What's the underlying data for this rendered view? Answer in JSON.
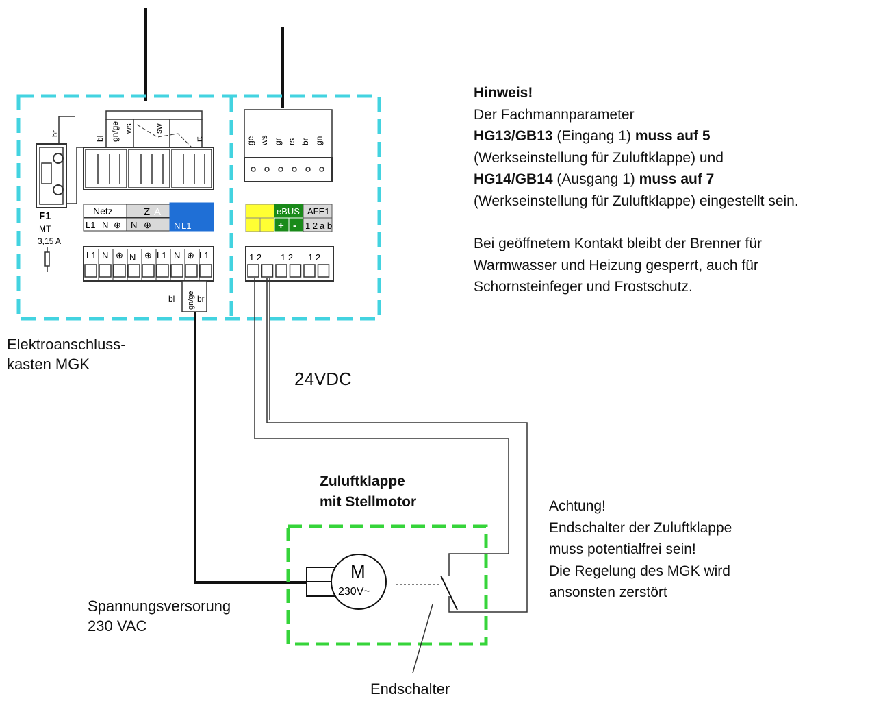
{
  "hinweis": {
    "title": "Hinweis!",
    "line1": "Der Fachmannparameter",
    "l2_a": "HG13/GB13",
    "l2_b": " (Eingang 1) ",
    "l2_c": "muss auf 5",
    "line3": "(Werkseinstellung für Zuluftklappe) und",
    "l4_a": "HG14/GB14",
    "l4_b": " (Ausgang 1) ",
    "l4_c": "muss auf 7",
    "line5": "(Werkseinstellung für Zuluftklappe) eingestellt sein.",
    "p2_line1": "Bei geöffnetem Kontakt bleibt der Brenner für",
    "p2_line2": "Warmwasser und Heizung gesperrt, auch für",
    "p2_line3": "Schornsteinfeger und Frostschutz."
  },
  "labels": {
    "box_line1": "Elektroanschluss-",
    "box_line2": "kasten MGK",
    "voltage_dc": "24VDC",
    "damper_line1": "Zuluftklappe",
    "damper_line2": "mit Stellmotor",
    "supply_line1": "Spannungsversorung",
    "supply_line2": "230 VAC",
    "endswitch": "Endschalter"
  },
  "achtung": {
    "line1": "Achtung!",
    "line2": "Endschalter der Zuluftklappe",
    "line3": "muss potentialfrei sein!",
    "line4": "Die Regelung des MGK wird",
    "line5": "ansonsten zerstört"
  },
  "terminals": {
    "fuse_name": "F1",
    "fuse_type": "MT",
    "fuse_rating": "3,15 A",
    "netz": "Netz",
    "z": "Z",
    "a": "A",
    "row_netz": [
      "L1",
      "N",
      "⊕"
    ],
    "row_z": [
      "N",
      "⊕"
    ],
    "row_a": [
      "N",
      "L1"
    ],
    "lower_row": [
      "L1",
      "N",
      "⊕",
      "N",
      "⊕",
      "L1",
      "N",
      "⊕",
      "L1"
    ],
    "wire_left": [
      "br",
      "bl",
      "gn/ge",
      "ws",
      "sw",
      "rt"
    ],
    "wire_right": [
      "ge",
      "ws",
      "gr",
      "rs",
      "br",
      "gn"
    ],
    "ebus": "eBUS",
    "afe1": "AFE1",
    "ebus_plus": "+",
    "ebus_minus": "-",
    "afe_pins": "1 2",
    "afe_ab": "a b",
    "lower_right": [
      "1 2",
      "1 2",
      "1 2"
    ],
    "cable_out": [
      "bl",
      "gn/ge",
      "br"
    ]
  },
  "motor": {
    "letter": "M",
    "voltage": "230V~"
  },
  "colors": {
    "box_border": "#43d3e0",
    "damper_border": "#36d43a",
    "yellow": "#ffff33",
    "blue": "#1f6fd6",
    "green_dark": "#1a8a1a"
  }
}
